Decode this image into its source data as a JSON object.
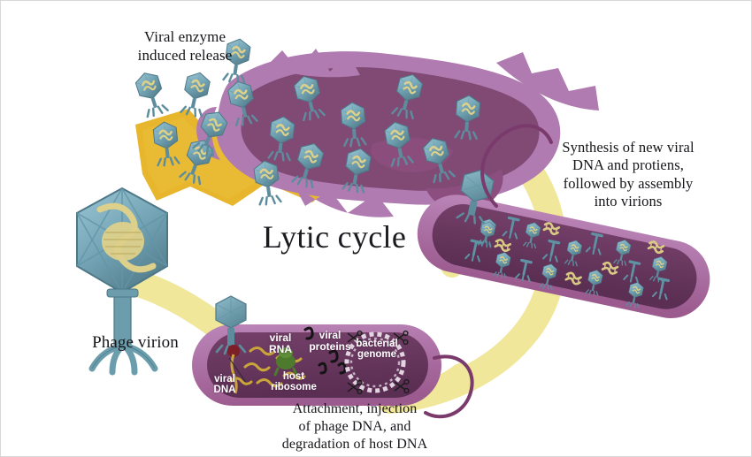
{
  "diagram": {
    "title": "Lytic cycle",
    "stage_labels": {
      "release": "Viral enzyme\ninduced release",
      "synthesis": "Synthesis of new viral\nDNA and protiens,\nfollowed by assembly\ninto virions",
      "attachment": "Attachment, injection\nof phage DNA, and\ndegradation of host DNA",
      "phage_virion": "Phage virion"
    },
    "cell_interior_labels": {
      "viral_rna": "viral\nRNA",
      "viral_proteins": "viral\nproteins",
      "bacterial_genome": "bacterial\ngenome",
      "viral_dna": "viral\nDNA",
      "host_ribosome": "host\nribosome"
    },
    "colors": {
      "background": "#ffffff",
      "frame": "#d8d8d8",
      "text": "#16161a",
      "cycle_ribbon": "#f0e79a",
      "burst_gold": "#e8b62c",
      "cell_membrane_outer": "#b07bb0",
      "cell_membrane_mid": "#9c5b8f",
      "cell_cytoplasm": "#6d3a62",
      "cell_cytoplasm_dark": "#5d2f55",
      "flagellum": "#7a3a6b",
      "phage_capsid": "#72a3b4",
      "phage_capsid_dark": "#55808f",
      "phage_capsid_light": "#8fbccb",
      "phage_dna": "#ddd08a",
      "viral_rna_strand": "#c9a53a",
      "ribosome_green": "#4e7a2e",
      "injection_plug": "#7c1f28",
      "genome_ring": "#efe6ee"
    },
    "elements": {
      "phage_virion_big": "large bacteriophage with icosahedral head, DNA helix, tail and leg fibers",
      "cell_attachment": "bacterium with injected viral DNA, viral RNA strands, host ribosomes, viral proteins, degraded bacterial genome",
      "cell_assembly": "bacterium packed with newly assembled virions, tails and DNA packets",
      "cell_lysis": "ruptured bacterium releasing many phages with gold burst"
    },
    "free_phages_count": 9
  }
}
